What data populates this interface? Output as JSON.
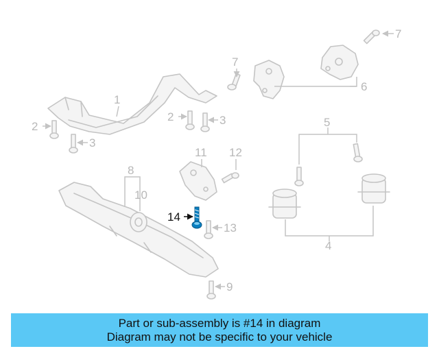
{
  "diagram": {
    "highlighted_part": "14",
    "highlight_color": "#0a7fc0",
    "callouts": [
      "1",
      "2",
      "2",
      "3",
      "3",
      "4",
      "5",
      "6",
      "7",
      "7",
      "8",
      "9",
      "10",
      "11",
      "12",
      "13",
      "14"
    ]
  },
  "banner": {
    "line1": "Part or sub-assembly is #14 in diagram",
    "line2": "Diagram may not be specific to your vehicle",
    "background": "#5ac8f5"
  }
}
